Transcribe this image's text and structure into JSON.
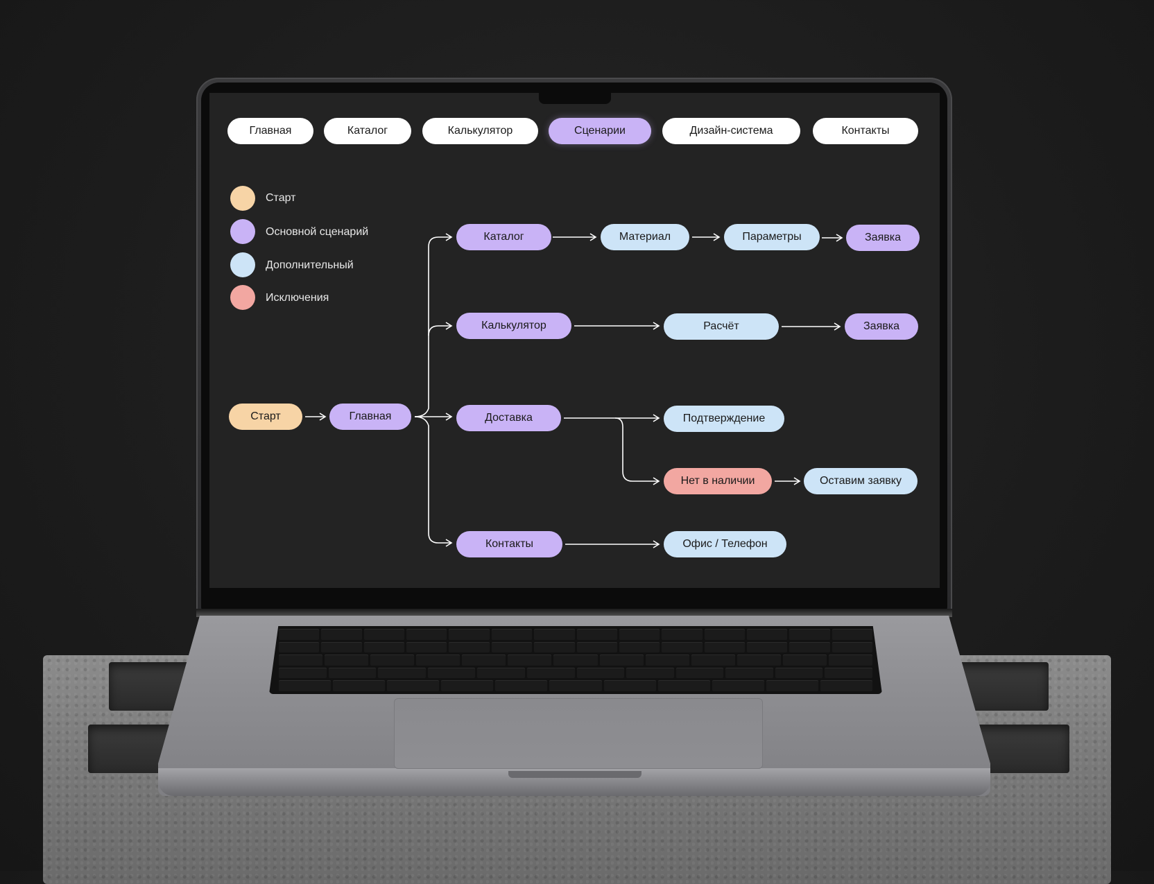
{
  "colors": {
    "start": "#f7d4a6",
    "main": "#c9b3f6",
    "extra": "#cde4f7",
    "exception": "#f2a7a1",
    "nav_bg": "#ffffff",
    "screen_bg": "#232323"
  },
  "nav": {
    "items": [
      {
        "label": "Главная",
        "active": false
      },
      {
        "label": "Каталог",
        "active": false
      },
      {
        "label": "Калькулятор",
        "active": false
      },
      {
        "label": "Сценарии",
        "active": true
      },
      {
        "label": "Дизайн-система",
        "active": false
      },
      {
        "label": "Контакты",
        "active": false
      }
    ]
  },
  "legend": {
    "items": [
      {
        "label": "Старт",
        "color": "#f7d4a6"
      },
      {
        "label": "Основной сценарий",
        "color": "#c9b3f6"
      },
      {
        "label": "Дополнительный",
        "color": "#cde4f7"
      },
      {
        "label": "Исключения",
        "color": "#f2a7a1"
      }
    ]
  },
  "flow": {
    "nodes": {
      "start": {
        "label": "Старт",
        "kind": "start"
      },
      "home": {
        "label": "Главная",
        "kind": "main"
      },
      "catalog": {
        "label": "Каталог",
        "kind": "main"
      },
      "material": {
        "label": "Материал",
        "kind": "extra"
      },
      "params": {
        "label": "Параметры",
        "kind": "extra"
      },
      "request1": {
        "label": "Заявка",
        "kind": "main"
      },
      "calc": {
        "label": "Калькулятор",
        "kind": "main"
      },
      "calculation": {
        "label": "Расчёт",
        "kind": "extra"
      },
      "request2": {
        "label": "Заявка",
        "kind": "main"
      },
      "delivery": {
        "label": "Доставка",
        "kind": "main"
      },
      "confirm": {
        "label": "Подтверждение",
        "kind": "extra"
      },
      "outofstock": {
        "label": "Нет в наличии",
        "kind": "exception"
      },
      "leaverequest": {
        "label": "Оставим заявку",
        "kind": "extra"
      },
      "contacts": {
        "label": "Контакты",
        "kind": "main"
      },
      "office": {
        "label": "Офис / Телефон",
        "kind": "extra"
      }
    },
    "edges": [
      [
        "start",
        "home"
      ],
      [
        "home",
        "catalog"
      ],
      [
        "home",
        "calc"
      ],
      [
        "home",
        "delivery"
      ],
      [
        "home",
        "contacts"
      ],
      [
        "catalog",
        "material"
      ],
      [
        "material",
        "params"
      ],
      [
        "params",
        "request1"
      ],
      [
        "calc",
        "calculation"
      ],
      [
        "calculation",
        "request2"
      ],
      [
        "delivery",
        "confirm"
      ],
      [
        "delivery",
        "outofstock"
      ],
      [
        "outofstock",
        "leaverequest"
      ],
      [
        "contacts",
        "office"
      ]
    ]
  }
}
